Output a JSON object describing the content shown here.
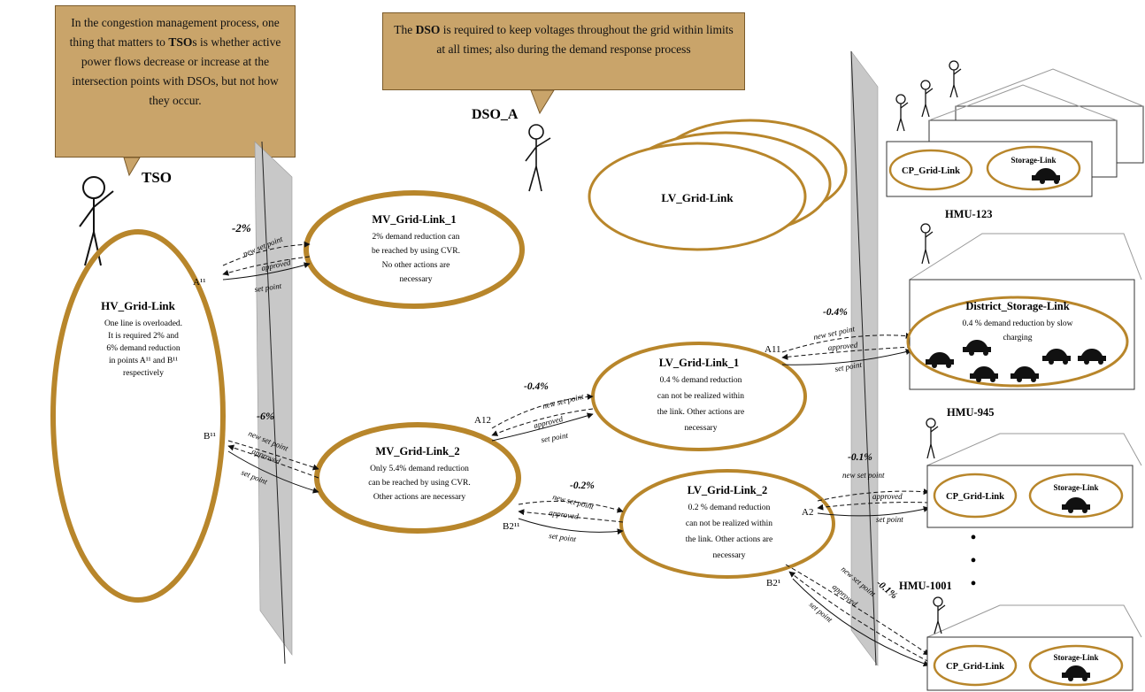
{
  "callouts": {
    "tso": {
      "pre": "In the congestion management process, one thing that matters to ",
      "bold": "TSO",
      "post": "s is whether active power flows decrease or increase at the intersection points with DSOs, but not how they occur."
    },
    "dso": {
      "pre": "The ",
      "bold": "DSO",
      "post": " is required to keep voltages throughout the grid within limits at all times; also during the demand response process"
    }
  },
  "actors": {
    "tso": "TSO",
    "dso_a": "DSO_A"
  },
  "links": {
    "hv": {
      "title": "HV_Grid-Link",
      "lines": [
        "One line is overloaded.",
        "It is required 2% and",
        "6% demand reduction",
        "in points A¹¹ and B¹¹",
        "respectively"
      ]
    },
    "mv1": {
      "title": "MV_Grid-Link_1",
      "lines": [
        "2% demand reduction can",
        "be reached by using CVR.",
        "No other actions are",
        "necessary"
      ]
    },
    "mv2": {
      "title": "MV_Grid-Link_2",
      "lines": [
        "Only 5.4% demand reduction",
        "can be reached by using CVR.",
        "Other actions are necessary"
      ]
    },
    "lv_top": {
      "title": "LV_Grid-Link"
    },
    "lv1": {
      "title": "LV_Grid-Link_1",
      "lines": [
        "0.4 % demand reduction",
        "can not be realized within",
        "the link. Other actions are",
        "necessary"
      ]
    },
    "lv2": {
      "title": "LV_Grid-Link_2",
      "lines": [
        "0.2 % demand reduction",
        "can not be realized within",
        "the link. Other actions are",
        "necessary"
      ]
    }
  },
  "houses": {
    "hmu123": "HMU-123",
    "hmu945": "HMU-945",
    "hmu1001": "HMU-1001",
    "cp_link": "CP_Grid-Link",
    "storage_link": "Storage-Link",
    "district": {
      "title": "District_Storage-Link",
      "lines": [
        "0.4 %  demand reduction by slow",
        "charging"
      ]
    }
  },
  "points": {
    "a11": "A¹¹",
    "b11": "B¹¹",
    "a12": "A12",
    "b21": "B2¹¹",
    "a11_lv": "A11",
    "a2": "A2",
    "b2": "B2¹"
  },
  "flows": {
    "new_set_point": "new set point",
    "approved": "approved",
    "set_point": "set point",
    "pct_hv_mv1": "-2%",
    "pct_hv_mv2": "-6%",
    "pct_mv2_lv1": "-0.4%",
    "pct_mv2_lv2": "-0.2%",
    "pct_lv1_district": "-0.4%",
    "pct_lv2_hmu945": "-0.1%",
    "pct_lv2_hmu1001": "-0.1%"
  },
  "ellipsis": "•"
}
